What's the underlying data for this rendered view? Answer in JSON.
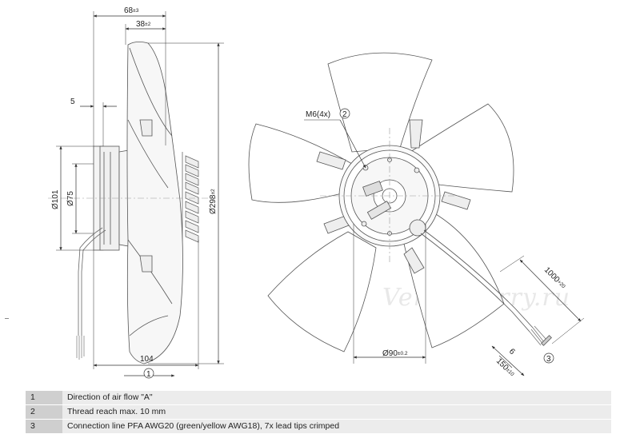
{
  "dimensions": {
    "width_total": {
      "value": "68",
      "tol": "±3"
    },
    "width_hub": {
      "value": "38",
      "tol": "±2"
    },
    "offset": {
      "value": "5"
    },
    "dia_flange": {
      "value": "Ø101"
    },
    "dia_inner": {
      "value": "Ø75"
    },
    "dia_blade": {
      "value": "Ø298",
      "tol": "±2"
    },
    "depth": {
      "value": "104"
    },
    "thread": {
      "value": "M6(4x)"
    },
    "dia_bolt": {
      "value": "Ø90",
      "tol": "±0.2"
    },
    "cable_length": {
      "value": "1000",
      "tol": "+20"
    },
    "strip": {
      "value": "6"
    },
    "lead_length": {
      "value": "150",
      "tol": "±10"
    }
  },
  "callouts": [
    "1",
    "2",
    "3"
  ],
  "watermark": "Ventilatorry.ru",
  "notes": [
    {
      "num": "1",
      "text": "Direction of air flow \"A\""
    },
    {
      "num": "2",
      "text": "Thread reach max. 10 mm"
    },
    {
      "num": "3",
      "text": "Connection line PFA AWG20 (green/yellow AWG18), 7x lead tips crimped"
    }
  ]
}
